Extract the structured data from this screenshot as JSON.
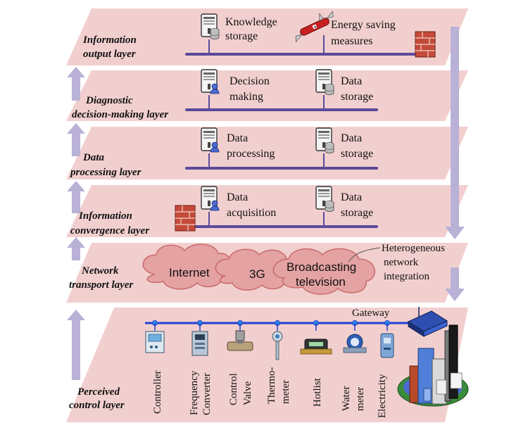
{
  "layers": {
    "output": {
      "line1": "Information",
      "line2": "output layer"
    },
    "diagnostic": {
      "line1": "Diagnostic",
      "line2": "decision-making layer"
    },
    "processing": {
      "line1": "Data",
      "line2": "processing layer"
    },
    "convergence": {
      "line1": "Information",
      "line2": "convergence layer"
    },
    "transport": {
      "line1": "Network",
      "line2": "transport layer"
    },
    "perceived": {
      "line1": "Perceived",
      "line2": "control layer"
    }
  },
  "nodes": {
    "knowledge_storage": {
      "line1": "Knowledge",
      "line2": "storage"
    },
    "energy_saving": {
      "line1": "Energy saving",
      "line2": "measures"
    },
    "decision_making": {
      "line1": "Decision",
      "line2": "making"
    },
    "data_storage_diag": {
      "line1": "Data",
      "line2": "storage"
    },
    "data_processing": {
      "line1": "Data",
      "line2": "processing"
    },
    "data_storage_proc": {
      "line1": "Data",
      "line2": "storage"
    },
    "data_acquisition": {
      "line1": "Data",
      "line2": "acquisition"
    },
    "data_storage_conv": {
      "line1": "Data",
      "line2": "storage"
    }
  },
  "clouds": {
    "internet": "Internet",
    "three_g": "3G",
    "broadcasting": {
      "line1": "Broadcasting",
      "line2": "television"
    }
  },
  "heterogeneous": {
    "line1": "Heterogeneous",
    "line2": "network",
    "line3": "integration"
  },
  "gateway": "Gateway",
  "devices": {
    "controller": "Controller",
    "frequency_converter": {
      "line1": "Frequency",
      "line2": "Converter"
    },
    "control_valve": {
      "line1": "Control",
      "line2": "Valve"
    },
    "thermometer": {
      "line1": "Thermo-",
      "line2": "meter"
    },
    "hotlist": "Hotlist",
    "water_meter": {
      "line1": "Water",
      "line2": "meter"
    },
    "electricity": "Electricity"
  },
  "colors": {
    "layer_fill": "#f2cfcf",
    "bus_line": "#5a4a9a",
    "arrow": "#b9b1d6",
    "cloud_fill": "#e4a2a2",
    "cloud_stroke": "#c96a6a",
    "device_bus": "#1f3fd1"
  }
}
